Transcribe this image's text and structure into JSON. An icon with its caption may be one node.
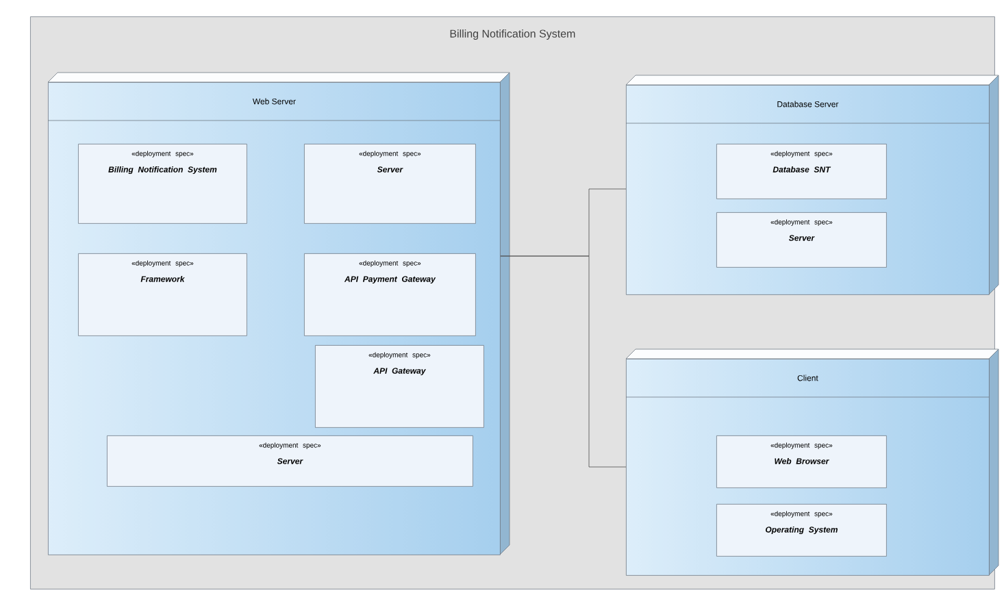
{
  "diagram": {
    "title": "Billing Notification System",
    "nodes": [
      {
        "text": [],
        "shape": "box"
      },
      {
        "text": [
          "Web Server"
        ],
        "in": 0
      },
      {
        "text": [
          "«deployment spec»",
          "Billing Notification System"
        ],
        "in": 1
      },
      {
        "text": [
          "«deployment spec»",
          "Server"
        ],
        "in": 1
      },
      {
        "text": [
          "«deployment spec»",
          "Framework"
        ],
        "in": 1
      },
      {
        "text": [
          "«deployment spec»",
          "API Payment Gateway"
        ],
        "in": 1
      },
      {
        "text": [
          "«deployment spec»",
          "API Gateway"
        ],
        "in": 1
      },
      {
        "text": [
          "«deployment spec»",
          "Server"
        ],
        "in": 1
      },
      {
        "text": [
          "Database Server"
        ],
        "in": 0
      },
      {
        "text": [
          "«deployment spec»",
          "Database SNT"
        ],
        "in": 8
      },
      {
        "text": [
          "«deployment spec»",
          "Server"
        ],
        "in": 8
      },
      {
        "text": [
          "Client"
        ],
        "in": 0
      },
      {
        "text": [
          "«deployment spec»",
          "Web Browser"
        ],
        "in": 11
      },
      {
        "text": [
          "«deployment spec»",
          "Operating System"
        ],
        "in": 11
      }
    ],
    "edges": [
      {
        "from": 1,
        "to": 8,
        "arrow": "none"
      },
      {
        "from": 1,
        "to": 11,
        "arrow": "none"
      }
    ]
  }
}
